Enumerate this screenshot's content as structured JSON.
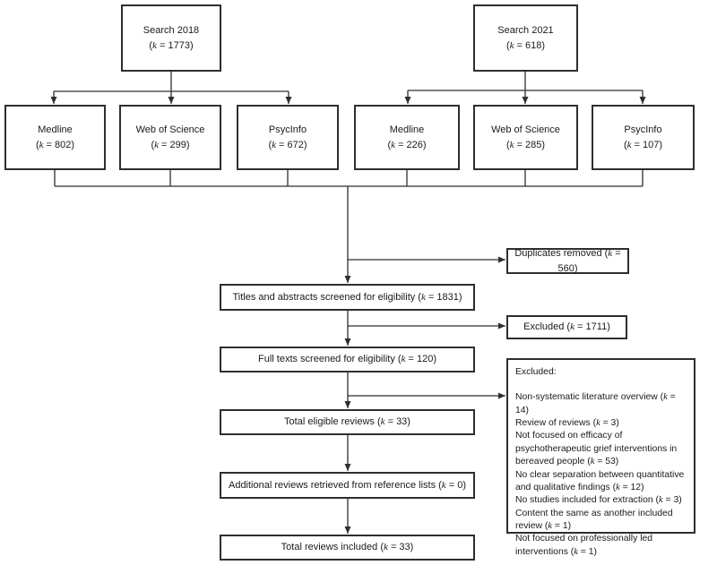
{
  "diagram": {
    "type": "prisma-flowchart",
    "colors": {
      "line": "#2e2e2e",
      "box_border": "#2e2e2e",
      "background": "#ffffff",
      "text": "#1a1a1a"
    },
    "boxes": {
      "search_2018": {
        "line1": "Search 2018",
        "line2": "(k = 1773)"
      },
      "search_2021": {
        "line1": "Search 2021",
        "line2": "(k = 618)"
      },
      "medline_2018": {
        "line1": "Medline",
        "line2": "(k = 802)"
      },
      "wos_2018": {
        "line1": "Web of Science",
        "line2": "(k = 299)"
      },
      "psycinfo_2018": {
        "line1": "PsycInfo",
        "line2": "(k = 672)"
      },
      "medline_2021": {
        "line1": "Medline",
        "line2": "(k = 226)"
      },
      "wos_2021": {
        "line1": "Web of Science",
        "line2": "(k = 285)"
      },
      "psycinfo_2021": {
        "line1": "PsycInfo",
        "line2": "(k = 107)"
      },
      "duplicates_removed": {
        "label": "Duplicates removed (k = 560)"
      },
      "titles_screened": {
        "label": "Titles and abstracts screened for eligibility (k = 1831)"
      },
      "excluded_titles": {
        "label": "Excluded (k = 1711)"
      },
      "full_texts": {
        "label": "Full texts screened for eligibility (k = 120)"
      },
      "total_eligible": {
        "label": "Total eligible reviews (k = 33)"
      },
      "additional_reviews": {
        "label": "Additional reviews retrieved from reference lists (k = 0)"
      },
      "total_included": {
        "label": "Total reviews included  (k = 33)"
      },
      "excluded_detail": {
        "title": "Excluded:",
        "items": [
          "Non-systematic literature overview (k = 14)",
          "Review of reviews  (k = 3)",
          "Not focused on efficacy of psychotherapeutic grief interventions in bereaved people (k = 53)",
          "No clear separation between quantitative and qualitative findings (k = 12)",
          "No studies included for extraction (k = 3)",
          "Content the same as another included review (k = 1)",
          "Not focused on professionally led interventions (k = 1)"
        ]
      }
    }
  }
}
